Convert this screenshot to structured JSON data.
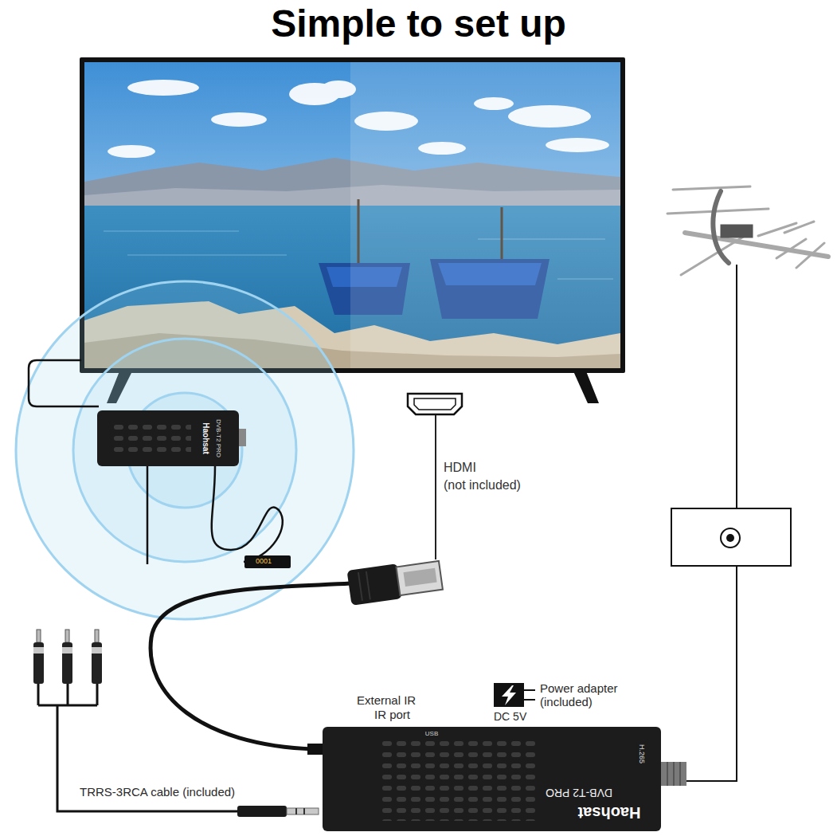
{
  "diagram": {
    "title": "Simple to set up",
    "nodes": [
      {
        "text": [
          "DVB-T2 PRO",
          "Haohsat"
        ]
      },
      {
        "text": [
          "USB",
          "H.265",
          "DVB-T2 PRO",
          "Haohsat"
        ]
      }
    ],
    "labels": [
      "0001",
      "HDMI",
      "(not included)",
      "External IR",
      "IR port",
      "Power adapter",
      "(included)",
      "DC 5V",
      "TRRS-3RCA cable (included)"
    ]
  }
}
